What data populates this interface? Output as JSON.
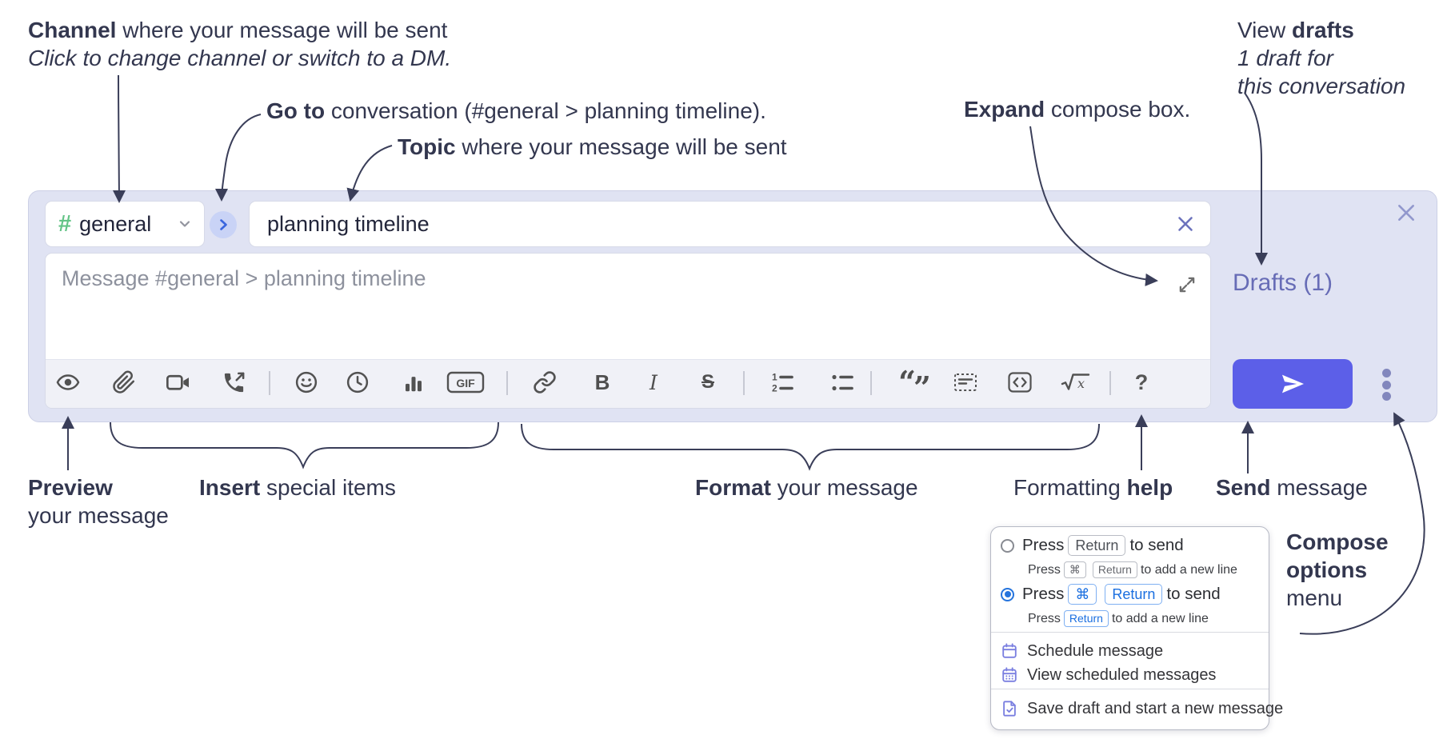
{
  "annotations": {
    "channel_line1_bold": "Channel",
    "channel_line1_rest": " where your message will be sent",
    "channel_line2_italic": "Click to change channel or switch to a DM.",
    "goto_bold": "Go to",
    "goto_rest": " conversation (#general > planning timeline).",
    "topic_bold": "Topic",
    "topic_rest": " where your message will be sent",
    "drafts_pre": "View ",
    "drafts_bold": "drafts",
    "drafts_line2": "1 draft for",
    "drafts_line3": "this conversation",
    "expand_bold": "Expand",
    "expand_rest": " compose box.",
    "preview_bold": "Preview",
    "preview_line2": "your message",
    "insert_bold": "Insert",
    "insert_rest": " special items",
    "format_bold": "Format",
    "format_rest": " your message",
    "help_pre": "Formatting ",
    "help_bold": "help",
    "send_bold": "Send",
    "send_rest": " message",
    "compose_options_line1": "Compose",
    "compose_options_line2": "options",
    "compose_options_line3": "menu"
  },
  "compose": {
    "channel_hash": "#",
    "channel_name": "general",
    "topic_value": "planning timeline",
    "message_placeholder": "Message #general > planning timeline",
    "drafts_link": "Drafts (1)",
    "toolbar_glyphs": {
      "bold": "B",
      "italic": "I",
      "strike": "S",
      "gif": "GIF",
      "ol1": "1",
      "ol2": "2",
      "quote_open": "“",
      "quote_close": "”",
      "math_x": "x",
      "help": "?"
    }
  },
  "options_menu": {
    "opt1_press": "Press",
    "opt1_key": "Return",
    "opt1_after": "to send",
    "opt1_sub_press": "Press",
    "opt1_sub_key1": "⌘",
    "opt1_sub_key2": "Return",
    "opt1_sub_after": "to add a new line",
    "opt2_press": "Press",
    "opt2_key1": "⌘",
    "opt2_key2": "Return",
    "opt2_after": "to send",
    "opt2_sub_press": "Press",
    "opt2_sub_key": "Return",
    "opt2_sub_after": "to add a new line",
    "item_schedule": "Schedule message",
    "item_view_scheduled": "View scheduled messages",
    "item_save_draft": "Save draft and start a new message"
  },
  "colors": {
    "compose_bg": "#e0e3f3",
    "send_accent": "#5c5fe8",
    "hash_green": "#64c487",
    "drafts_link": "#676cb6",
    "kbd_blue": "#1b6fe0",
    "menu_icon_purple": "#7a7fe0",
    "annotation_ink": "#33374f"
  }
}
